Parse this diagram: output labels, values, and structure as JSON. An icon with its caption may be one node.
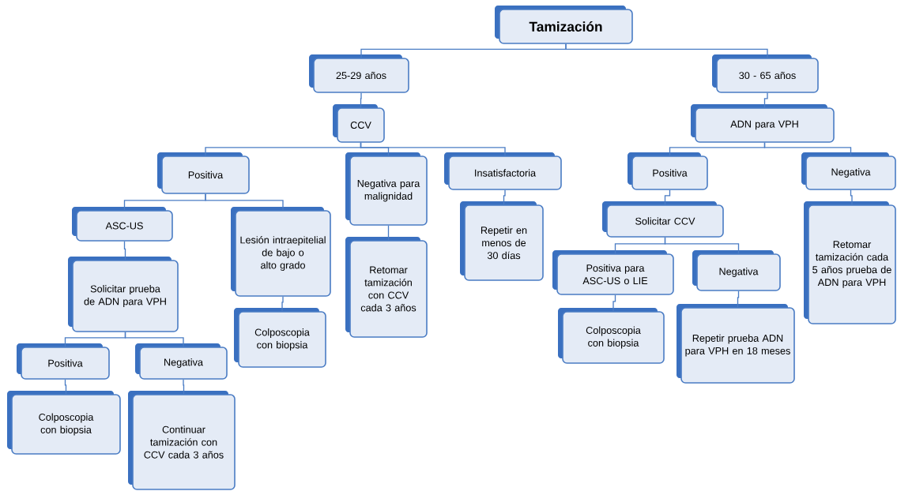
{
  "diagram": {
    "nodes": [
      {
        "text": [
          "Tamización"
        ]
      },
      {
        "text": [
          "25-29 años"
        ]
      },
      {
        "text": [
          "30 - 65 años"
        ]
      },
      {
        "text": [
          "CCV"
        ]
      },
      {
        "text": [
          "ADN para VPH"
        ]
      },
      {
        "text": [
          "Positiva"
        ]
      },
      {
        "text": [
          "Negativa para malignidad"
        ]
      },
      {
        "text": [
          "Insatisfactoria"
        ]
      },
      {
        "text": [
          "Positiva"
        ]
      },
      {
        "text": [
          "Negativa"
        ]
      },
      {
        "text": [
          "ASC-US"
        ]
      },
      {
        "text": [
          "Lesión intraepitelial de bajo o alto grado"
        ]
      },
      {
        "text": [
          "Repetir en menos de 30 días"
        ]
      },
      {
        "text": [
          "Solicitar CCV"
        ]
      },
      {
        "text": [
          "Retomar tamización con  CCV cada 3 años"
        ]
      },
      {
        "text": [
          "Retomar tamización cada 5 años prueba de ADN para VPH"
        ]
      },
      {
        "text": [
          "Solicitar prueba de ADN para VPH"
        ]
      },
      {
        "text": [
          "Colposcopia con biopsia"
        ]
      },
      {
        "text": [
          "Positiva para ASC-US o LIE"
        ]
      },
      {
        "text": [
          "Negativa"
        ]
      },
      {
        "text": [
          "Colposcopia con biopsia"
        ]
      },
      {
        "text": [
          "Repetir prueba ADN para VPH en 18 meses"
        ]
      },
      {
        "text": [
          "Positiva"
        ]
      },
      {
        "text": [
          "Negativa"
        ]
      },
      {
        "text": [
          "Colposcopia con biopsia"
        ]
      },
      {
        "text": [
          "Continuar tamización con CCV cada 3 años"
        ]
      }
    ],
    "edges": [
      {
        "from": 0,
        "to": 1,
        "arrow": "none"
      },
      {
        "from": 0,
        "to": 2,
        "arrow": "none"
      },
      {
        "from": 1,
        "to": 3,
        "arrow": "none"
      },
      {
        "from": 2,
        "to": 4,
        "arrow": "none"
      },
      {
        "from": 3,
        "to": 5,
        "arrow": "none"
      },
      {
        "from": 3,
        "to": 6,
        "arrow": "none"
      },
      {
        "from": 3,
        "to": 7,
        "arrow": "none"
      },
      {
        "from": 4,
        "to": 8,
        "arrow": "none"
      },
      {
        "from": 4,
        "to": 9,
        "arrow": "none"
      },
      {
        "from": 5,
        "to": 10,
        "arrow": "none"
      },
      {
        "from": 5,
        "to": 11,
        "arrow": "none"
      },
      {
        "from": 7,
        "to": 12,
        "arrow": "none"
      },
      {
        "from": 8,
        "to": 13,
        "arrow": "none"
      },
      {
        "from": 6,
        "to": 14,
        "arrow": "none"
      },
      {
        "from": 9,
        "to": 15,
        "arrow": "none"
      },
      {
        "from": 10,
        "to": 16,
        "arrow": "none"
      },
      {
        "from": 11,
        "to": 17,
        "arrow": "none"
      },
      {
        "from": 13,
        "to": 18,
        "arrow": "none"
      },
      {
        "from": 13,
        "to": 19,
        "arrow": "none"
      },
      {
        "from": 18,
        "to": 20,
        "arrow": "none"
      },
      {
        "from": 19,
        "to": 21,
        "arrow": "none"
      },
      {
        "from": 16,
        "to": 22,
        "arrow": "none"
      },
      {
        "from": 16,
        "to": 23,
        "arrow": "none"
      },
      {
        "from": 22,
        "to": 24,
        "arrow": "none"
      },
      {
        "from": 23,
        "to": 25,
        "arrow": "none"
      }
    ]
  }
}
